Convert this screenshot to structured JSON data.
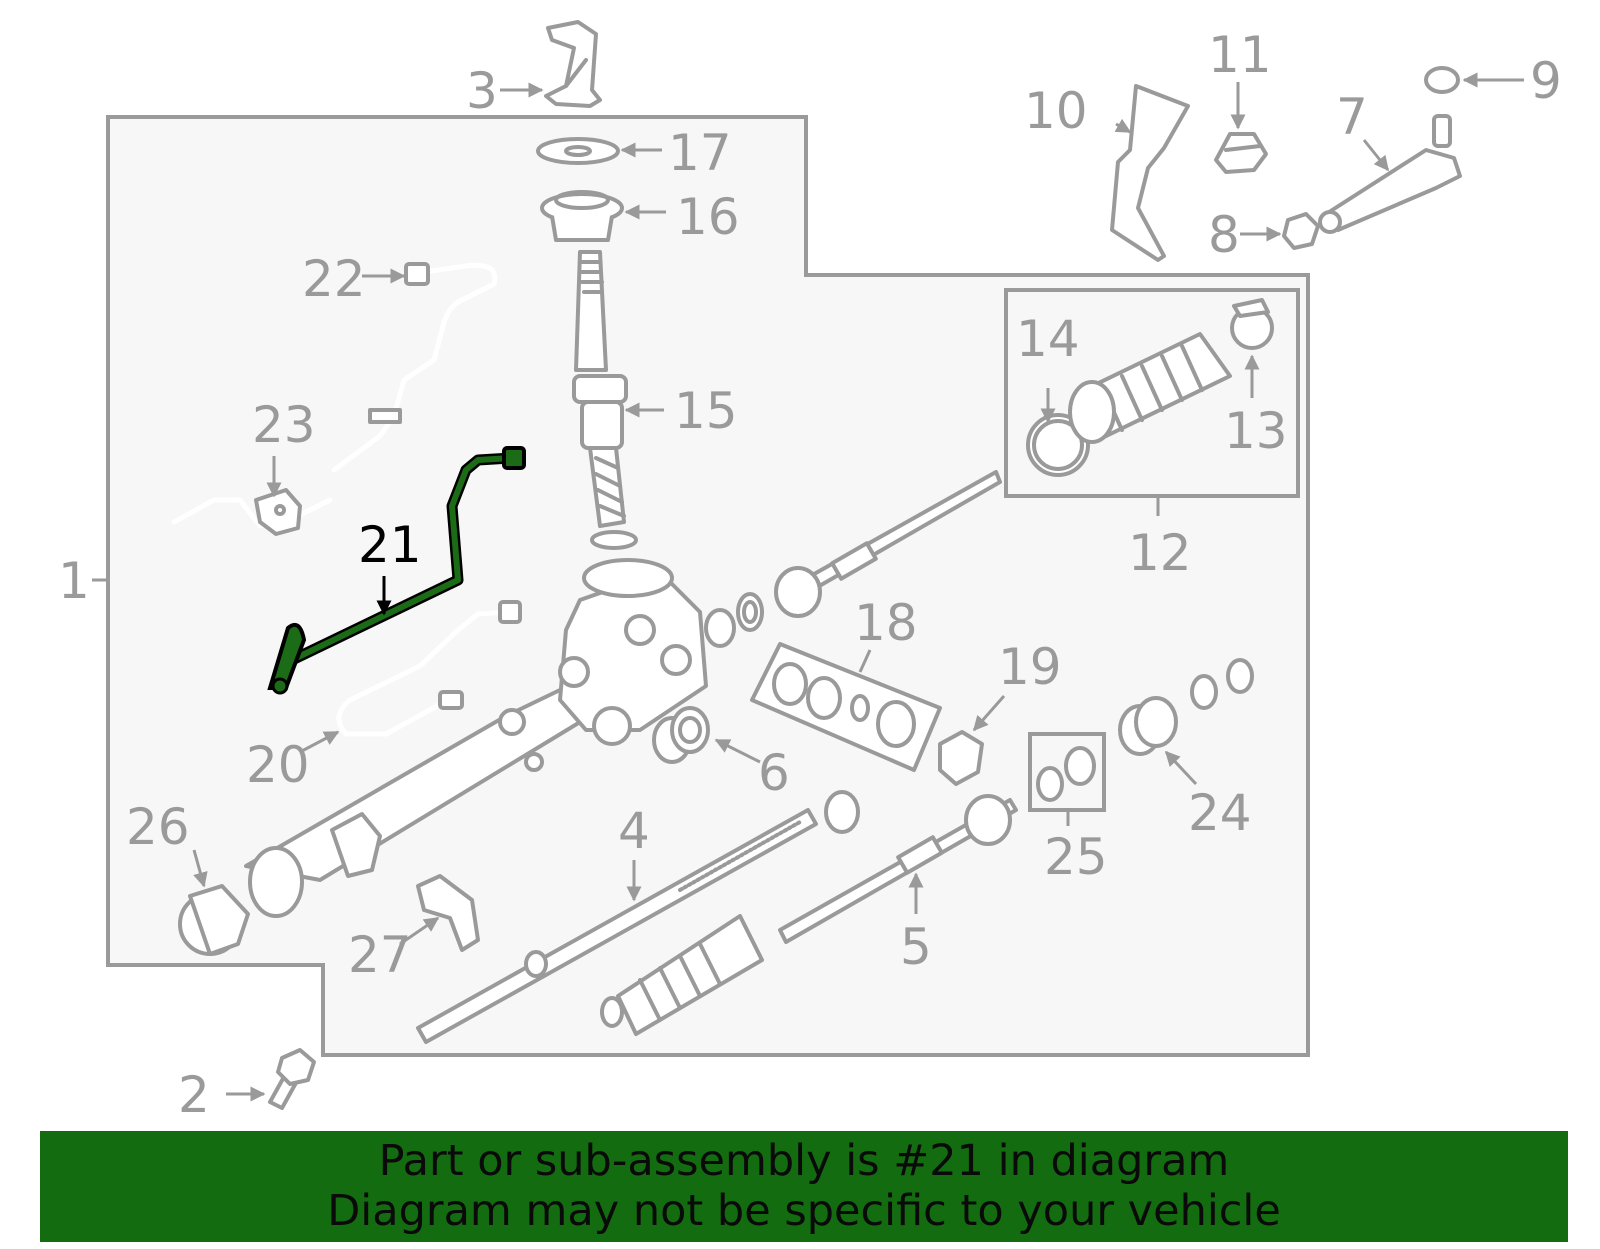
{
  "callouts": {
    "c1": "1",
    "c2": "2",
    "c3": "3",
    "c4": "4",
    "c5": "5",
    "c6": "6",
    "c7": "7",
    "c8": "8",
    "c9": "9",
    "c10": "10",
    "c11": "11",
    "c12": "12",
    "c13": "13",
    "c14": "14",
    "c15": "15",
    "c16": "16",
    "c17": "17",
    "c18": "18",
    "c19": "19",
    "c20": "20",
    "c21": "21",
    "c22": "22",
    "c23": "23",
    "c24": "24",
    "c25": "25",
    "c26": "26",
    "c27": "27"
  },
  "highlighted_part": "21",
  "colors": {
    "banner_background": "#146c10",
    "highlight": "#1c6b16",
    "linework": "#9a9a9a",
    "assembly_area": "#f4f4f4"
  },
  "banner": {
    "line1": "Part or sub-assembly is #21 in diagram",
    "line2": "Diagram may not be specific to your vehicle"
  }
}
